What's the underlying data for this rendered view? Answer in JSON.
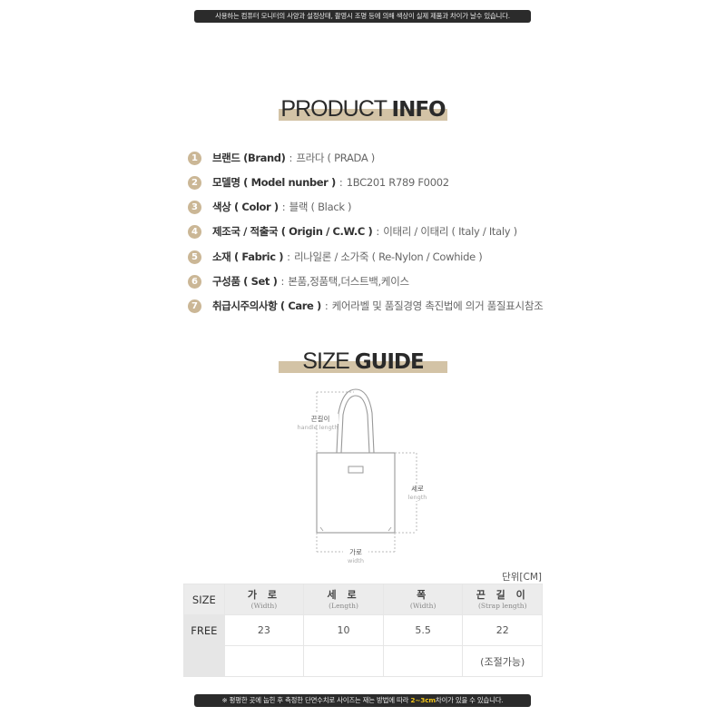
{
  "notices": {
    "top": "사용하는 컴퓨터 모니터의 사양과 설정상태, 촬영시 조명 등에 의해 색상이 실제 제품과 차이가 날수 있습니다.",
    "bottom_prefix": "※ 평평한 곳에 눕힌 후 측정한 단면수치로 사이즈는 재는 방법에 따라 ",
    "bottom_highlight": "2~3cm",
    "bottom_suffix": "차이가 있을 수 있습니다."
  },
  "product_info": {
    "title_light": "PRODUCT ",
    "title_bold": "INFO",
    "items": [
      {
        "num": "1",
        "label": "브랜드 (Brand)",
        "value": "프라다 ( PRADA )"
      },
      {
        "num": "2",
        "label": "모델명 ( Model nunber )",
        "value": "1BC201 R789 F0002"
      },
      {
        "num": "3",
        "label": "색상 ( Color )",
        "value": "블랙 ( Black )"
      },
      {
        "num": "4",
        "label": "제조국 / 적출국 ( Origin / C.W.C )",
        "value": "이태리 / 이태리 ( Italy / Italy )"
      },
      {
        "num": "5",
        "label": "소재 ( Fabric )",
        "value": "리나일론 / 소가죽 ( Re-Nylon / Cowhide )"
      },
      {
        "num": "6",
        "label": "구성품 ( Set )",
        "value": "본품,정품택,더스트백,케이스"
      },
      {
        "num": "7",
        "label": "취급시주의사항 ( Care )",
        "value": "케어라벨 및 품질경영 촉진법에 의거 품질표시참조"
      }
    ],
    "separator": ":"
  },
  "size_guide": {
    "title_light": "SIZE ",
    "title_bold": "GUIDE",
    "diagram": {
      "handle_ko": "끈길이",
      "handle_en": "handle length",
      "length_ko": "세로",
      "length_en": "length",
      "width_ko": "가로",
      "width_en": "width"
    },
    "unit": "단위[CM]",
    "table": {
      "headers": [
        {
          "ko": "SIZE",
          "en": ""
        },
        {
          "ko": "가 로",
          "en": "(Width)"
        },
        {
          "ko": "세 로",
          "en": "(Length)"
        },
        {
          "ko": "폭",
          "en": "(Width)"
        },
        {
          "ko": "끈 길 이",
          "en": "(Strap length)"
        }
      ],
      "rows": [
        [
          "FREE",
          "23",
          "10",
          "5.5",
          "22"
        ],
        [
          "",
          "",
          "",
          "",
          "(조절가능)"
        ]
      ]
    }
  },
  "colors": {
    "accent_tan": "#cbb796",
    "title_bar": "#d3c3a6",
    "notice_bg": "#2b2b2b",
    "highlight": "#f0c419"
  }
}
